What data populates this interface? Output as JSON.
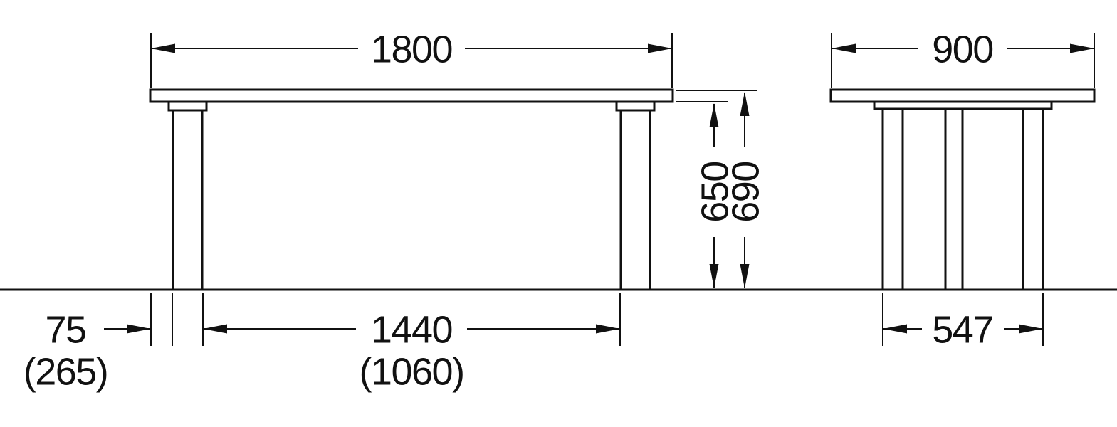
{
  "drawing": {
    "type": "furniture-dimension-diagram",
    "views": [
      "front",
      "side"
    ]
  },
  "front_view": {
    "width_mm": "1800",
    "underside_height_mm": "650",
    "overall_height_mm": "690",
    "top_overhang_mm": "75",
    "top_overhang_alt_mm": "(265)",
    "leg_span_mm": "1440",
    "leg_span_alt_mm": "(1060)"
  },
  "side_view": {
    "depth_mm": "900",
    "leg_span_mm": "547"
  },
  "colors": {
    "line": "#111111",
    "background": "#ffffff"
  }
}
